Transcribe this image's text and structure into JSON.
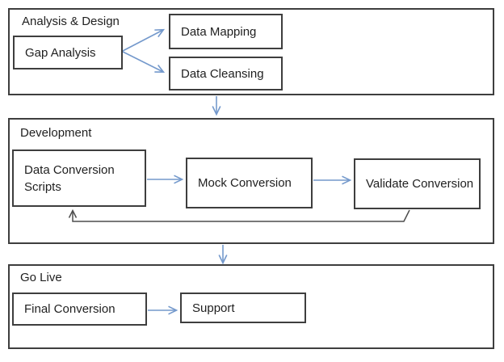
{
  "diagram": {
    "phases": [
      {
        "label": "Analysis & Design",
        "boxes": [
          {
            "label": "Gap Analysis"
          },
          {
            "label": "Data Mapping"
          },
          {
            "label": "Data Cleansing"
          }
        ]
      },
      {
        "label": "Development",
        "boxes": [
          {
            "label": "Data Conversion Scripts"
          },
          {
            "label": "Mock Conversion"
          },
          {
            "label": "Validate Conversion"
          }
        ]
      },
      {
        "label": "Go Live",
        "boxes": [
          {
            "label": "Final Conversion"
          },
          {
            "label": "Support"
          }
        ]
      }
    ],
    "edges": [
      {
        "from": "Gap Analysis",
        "to": "Data Mapping",
        "style": "blue-open-arrow"
      },
      {
        "from": "Gap Analysis",
        "to": "Data Cleansing",
        "style": "blue-open-arrow"
      },
      {
        "from": "Analysis & Design",
        "to": "Development",
        "style": "blue-open-arrow"
      },
      {
        "from": "Data Conversion Scripts",
        "to": "Mock Conversion",
        "style": "blue-open-arrow"
      },
      {
        "from": "Mock Conversion",
        "to": "Validate Conversion",
        "style": "blue-open-arrow"
      },
      {
        "from": "Validate Conversion",
        "to": "Data Conversion Scripts",
        "style": "dark-feedback-open-arrow"
      },
      {
        "from": "Development",
        "to": "Go Live",
        "style": "blue-open-arrow"
      },
      {
        "from": "Final Conversion",
        "to": "Support",
        "style": "blue-open-arrow"
      }
    ],
    "colors": {
      "connector_blue": "#7499CC",
      "feedback_gray": "#4D4D4D",
      "border_dark": "#3E3E3E"
    }
  }
}
